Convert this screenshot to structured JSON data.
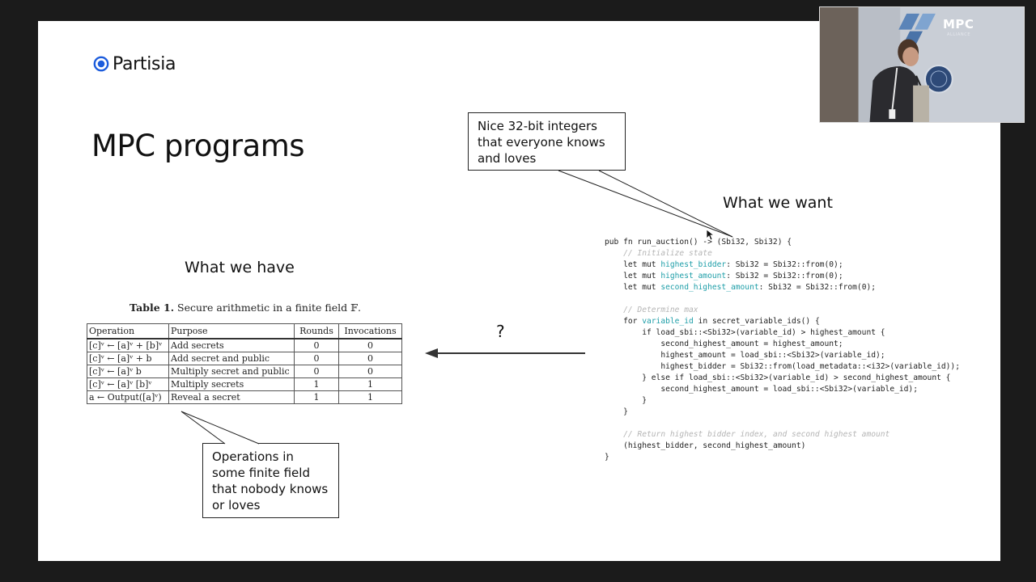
{
  "slide": {
    "logo_text": "Partisia",
    "title": "MPC programs",
    "have_label": "What we have",
    "want_label": "What we want",
    "question_mark": "?",
    "callout_top_lines": [
      "Nice 32-bit integers",
      "that everyone knows",
      "and loves"
    ],
    "callout_bottom_lines": [
      "Operations in",
      "some finite field",
      "that nobody knows",
      "or loves"
    ]
  },
  "table": {
    "caption_label": "Table 1.",
    "caption_text": "Secure arithmetic in a finite field 𝔽.",
    "headers": [
      "Operation",
      "Purpose",
      "Rounds",
      "Invocations"
    ],
    "rows": [
      {
        "operation": "[c]ᵛ ← [a]ᵛ + [b]ᵛ",
        "purpose": "Add secrets",
        "rounds": "0",
        "invocations": "0"
      },
      {
        "operation": "[c]ᵛ ← [a]ᵛ + b",
        "purpose": "Add secret and public",
        "rounds": "0",
        "invocations": "0"
      },
      {
        "operation": "[c]ᵛ ← [a]ᵛ b",
        "purpose": "Multiply secret and public",
        "rounds": "0",
        "invocations": "0"
      },
      {
        "operation": "[c]ᵛ ← [a]ᵛ [b]ᵛ",
        "purpose": "Multiply secrets",
        "rounds": "1",
        "invocations": "1"
      },
      {
        "operation": "a ← Output([a]ᵛ)",
        "purpose": "Reveal a secret",
        "rounds": "1",
        "invocations": "1"
      }
    ]
  },
  "code": {
    "line1": "pub fn run_auction() -> (Sbi32, Sbi32) {",
    "comment_init": "// Initialize state",
    "var_highest_bidder": "highest_bidder",
    "var_highest_amount": "highest_amount",
    "var_second_highest_amount": "second_highest_amount",
    "let_mut": "let mut ",
    "decl_tail": ": Sbi32 = Sbi32::from(0);",
    "comment_max": "// Determine max",
    "for_kw": "for ",
    "var_variable_id": "variable_id",
    "for_tail": " in secret_variable_ids() {",
    "if_line": "if load_sbi::<Sbi32>(variable_id) > highest_amount {",
    "assign1": "second_highest_amount = highest_amount;",
    "assign2": "highest_amount = load_sbi::<Sbi32>(variable_id);",
    "assign3": "highest_bidder = Sbi32::from(load_metadata::<i32>(variable_id));",
    "else_line": "} else if load_sbi::<Sbi32>(variable_id) > second_highest_amount {",
    "assign4": "second_highest_amount = load_sbi::<Sbi32>(variable_id);",
    "close_brace": "}",
    "comment_return": "// Return highest bidder index, and second highest amount",
    "return_line": "(highest_bidder, second_highest_amount)"
  },
  "webcam": {
    "org_name": "MPC",
    "org_sub": "ALLIANCE"
  },
  "colors": {
    "slide_bg": "#ffffff",
    "frame_bg": "#1b1b1b",
    "logo_blue": "#1c5cdc",
    "code_var": "#1e9ea8",
    "code_comment": "#b5b5b5"
  }
}
